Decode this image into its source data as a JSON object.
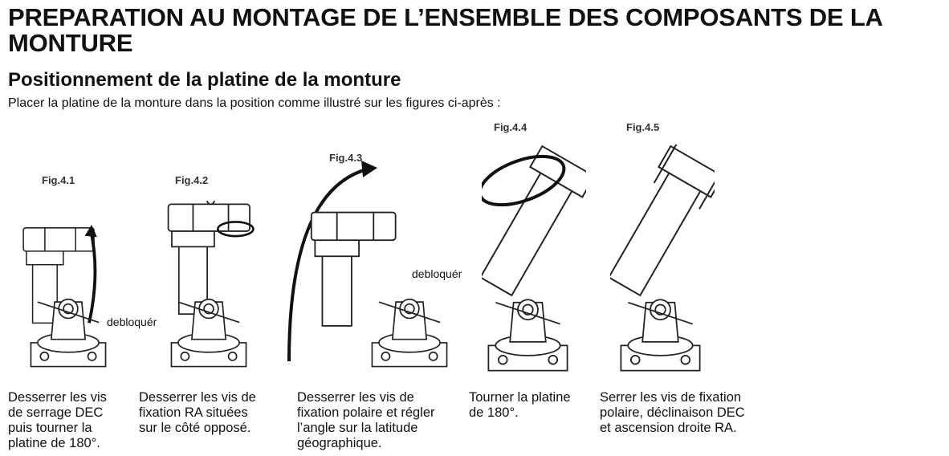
{
  "title": "PREPARATION AU MONTAGE DE L’ENSEMBLE DES COMPOSANTS DE LA MONTURE",
  "subtitle": "Positionnement de la platine de la monture",
  "intro": "Placer la platine de la monture dans la position comme illustré sur les figures ci-après :",
  "figures": [
    {
      "label": "Fig.4.1",
      "caption": "Desserrer les vis\nde serrage DEC\npuis tourner la\nplatine de 180°.",
      "callout": "debloquér"
    },
    {
      "label": "Fig.4.2",
      "caption": "Desserrer les vis de\nfixation RA situées\nsur le côté opposé."
    },
    {
      "label": "Fig.4.3",
      "caption": "Desserrer les vis de\nfixation polaire et régler\nl’angle sur  la latitude\ngéographique.",
      "callout": "debloquér"
    },
    {
      "label": "Fig.4.4",
      "caption": "Tourner la platine\nde 180°."
    },
    {
      "label": "Fig.4.5",
      "caption": "Serrer les vis de fixation\npolaire, déclinaison DEC\net ascension droite RA."
    }
  ]
}
